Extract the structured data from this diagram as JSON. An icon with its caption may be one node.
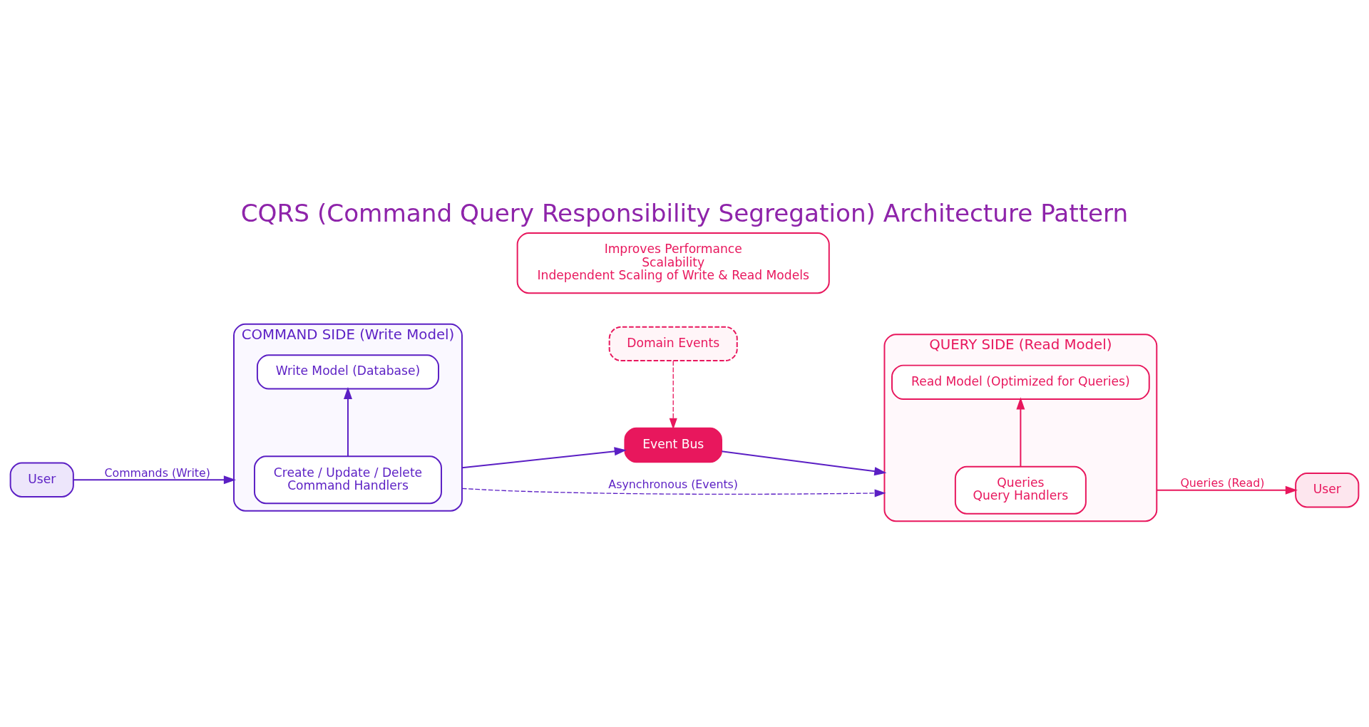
{
  "diagram": {
    "title": "CQRS (Command Query Responsibility Segregation) Architecture Pattern",
    "nodes": [
      {
        "text": [
          "User"
        ]
      },
      {
        "text": [
          "COMMAND SIDE (Write Model)"
        ]
      },
      {
        "text": [
          "Create / Update / Delete",
          "Command Handlers"
        ],
        "in": 1
      },
      {
        "text": [
          "Write Model (Database)"
        ],
        "in": 1
      },
      {
        "text": [
          "Event Bus"
        ]
      },
      {
        "text": [
          "Domain Events"
        ]
      },
      {
        "text": [
          "QUERY SIDE (Read Model)"
        ]
      },
      {
        "text": [
          "Queries",
          "Query Handlers"
        ],
        "in": 6
      },
      {
        "text": [
          "Read Model (Optimized for Queries)"
        ],
        "in": 6
      },
      {
        "text": [
          "User"
        ]
      },
      {
        "text": [
          "Improves Performance",
          "Scalability",
          "Independent Scaling of Write & Read Models"
        ]
      }
    ],
    "edges": [
      {
        "from": 0,
        "to": 1,
        "arrow": "to",
        "label": "Commands (Write)"
      },
      {
        "from": 2,
        "to": 3,
        "arrow": "to"
      },
      {
        "from": 1,
        "to": 6,
        "arrow": "to",
        "label": "Asynchronous (Events)",
        "style": "dashed"
      },
      {
        "from": 1,
        "to": 4,
        "arrow": "to"
      },
      {
        "from": 4,
        "to": 6,
        "arrow": "to"
      },
      {
        "from": 5,
        "to": 4,
        "arrow": "to",
        "style": "dashed",
        "color": "#e8175d"
      },
      {
        "from": 7,
        "to": 8,
        "arrow": "to",
        "color": "#e8175d"
      },
      {
        "from": 6,
        "to": 9,
        "arrow": "to",
        "label": "Queries (Read)",
        "color": "#e8175d"
      }
    ]
  }
}
